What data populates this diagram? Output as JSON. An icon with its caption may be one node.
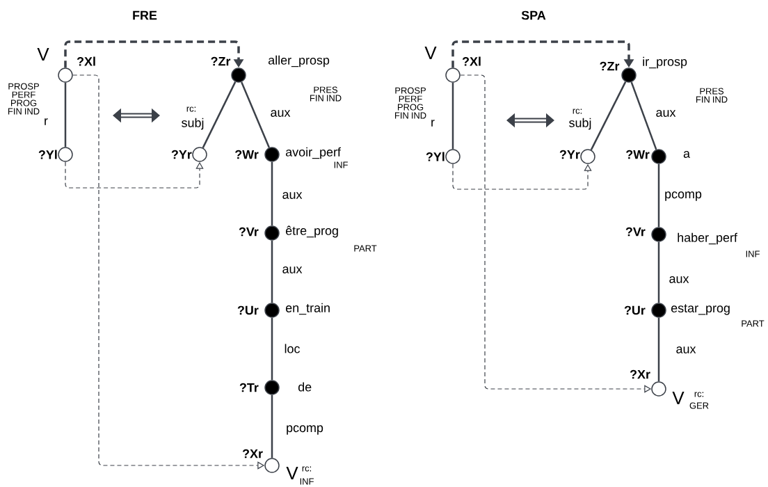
{
  "diagram": {
    "nodes": [
      {
        "text": [],
        "shape": "circle",
        "beside": [
          "V",
          "PROSP PERF PROG FIN IND",
          "?Xl"
        ]
      },
      {
        "text": [],
        "shape": "circle",
        "beside": [
          "?Yl"
        ]
      },
      {
        "text": [],
        "shape": "circle",
        "beside": [
          "?Zr",
          "aller_prosp",
          "PRES FIN IND"
        ]
      },
      {
        "text": [],
        "shape": "circle",
        "beside": [
          "?Yr"
        ]
      },
      {
        "text": [],
        "shape": "circle",
        "beside": [
          "?Wr",
          "avoir_perf",
          "INF"
        ]
      },
      {
        "text": [],
        "shape": "circle",
        "beside": [
          "?Vr",
          "être_prog",
          "PART"
        ]
      },
      {
        "text": [],
        "shape": "circle",
        "beside": [
          "?Ur",
          "en_train"
        ]
      },
      {
        "text": [],
        "shape": "circle",
        "beside": [
          "?Tr",
          "de"
        ]
      },
      {
        "text": [],
        "shape": "circle",
        "beside": [
          "?Xr",
          "V",
          "rc:",
          "INF"
        ]
      },
      {
        "text": [],
        "shape": "circle",
        "beside": [
          "V",
          "PROSP PERF PROG FIN IND",
          "?Xl"
        ]
      },
      {
        "text": [],
        "shape": "circle",
        "beside": [
          "?Yl"
        ]
      },
      {
        "text": [],
        "shape": "circle",
        "beside": [
          "?Zr",
          "ir_prosp",
          "PRES FIN IND"
        ]
      },
      {
        "text": [],
        "shape": "circle",
        "beside": [
          "?Yr"
        ]
      },
      {
        "text": [],
        "shape": "circle",
        "beside": [
          "?Wr",
          "a"
        ]
      },
      {
        "text": [],
        "shape": "circle",
        "beside": [
          "?Vr",
          "haber_perf",
          "INF"
        ]
      },
      {
        "text": [],
        "shape": "circle",
        "beside": [
          "?Ur",
          "estar_prog",
          "PART"
        ]
      },
      {
        "text": [],
        "shape": "circle",
        "beside": [
          "?Xr",
          "V",
          "rc:",
          "GER"
        ]
      }
    ],
    "edges": [
      {
        "from": 0,
        "to": 1,
        "arrow": "none",
        "label": "r"
      },
      {
        "from": 0,
        "to": 2,
        "arrow": "to",
        "style": "dashed"
      },
      {
        "from": 0,
        "to": 8,
        "arrow": "to",
        "style": "dashed"
      },
      {
        "from": 1,
        "to": 3,
        "arrow": "to",
        "style": "dashed"
      },
      {
        "from": 2,
        "to": 3,
        "arrow": "none",
        "label": "subj"
      },
      {
        "from": 2,
        "to": 4,
        "arrow": "none",
        "label": "aux"
      },
      {
        "from": 4,
        "to": 5,
        "arrow": "none",
        "label": "aux"
      },
      {
        "from": 5,
        "to": 6,
        "arrow": "none",
        "label": "aux"
      },
      {
        "from": 6,
        "to": 7,
        "arrow": "none",
        "label": "loc"
      },
      {
        "from": 7,
        "to": 8,
        "arrow": "none",
        "label": "pcomp"
      },
      {
        "from": 9,
        "to": 10,
        "arrow": "none",
        "label": "r"
      },
      {
        "from": 9,
        "to": 11,
        "arrow": "to",
        "style": "dashed"
      },
      {
        "from": 9,
        "to": 16,
        "arrow": "to",
        "style": "dashed"
      },
      {
        "from": 10,
        "to": 12,
        "arrow": "to",
        "style": "dashed"
      },
      {
        "from": 11,
        "to": 12,
        "arrow": "none",
        "label": "subj"
      },
      {
        "from": 11,
        "to": 13,
        "arrow": "none",
        "label": "aux"
      },
      {
        "from": 13,
        "to": 14,
        "arrow": "none",
        "label": "pcomp"
      },
      {
        "from": 14,
        "to": 15,
        "arrow": "none",
        "label": "aux"
      },
      {
        "from": 15,
        "to": 16,
        "arrow": "none",
        "label": "aux"
      }
    ],
    "labels": [
      "FRE",
      "SPA",
      "rc:",
      "rc:"
    ]
  }
}
